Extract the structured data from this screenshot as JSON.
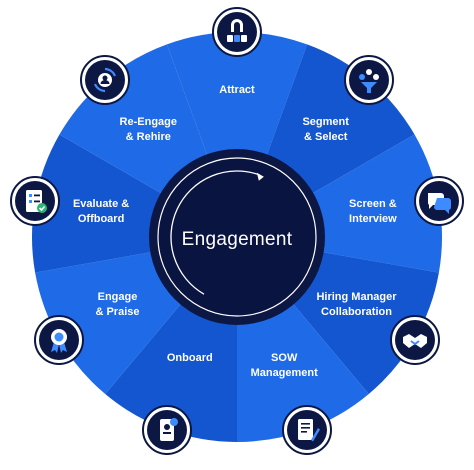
{
  "center": {
    "title": "Engagement"
  },
  "segments": [
    {
      "label": "Attract",
      "icon": "magnet-people-icon"
    },
    {
      "label": "Segment\n& Select",
      "icon": "people-funnel-icon"
    },
    {
      "label": "Screen &\nInterview",
      "icon": "chat-bubbles-icon"
    },
    {
      "label": "Hiring Manager\nCollaboration",
      "icon": "handshake-icon"
    },
    {
      "label": "SOW\nManagement",
      "icon": "document-pen-icon"
    },
    {
      "label": "Onboard",
      "icon": "id-badge-icon"
    },
    {
      "label": "Engage\n& Praise",
      "icon": "award-ribbon-icon"
    },
    {
      "label": "Evaluate &\nOffboard",
      "icon": "checklist-icon"
    },
    {
      "label": "Re-Engage\n& Rehire",
      "icon": "rehire-cycle-icon"
    }
  ],
  "colors": {
    "segment_a": "#1f6ae6",
    "segment_b": "#1456cf",
    "ring": "#0c1744",
    "center": "#0a1440",
    "badge_bg": "#0c1744",
    "accent": "#3d8bff"
  }
}
